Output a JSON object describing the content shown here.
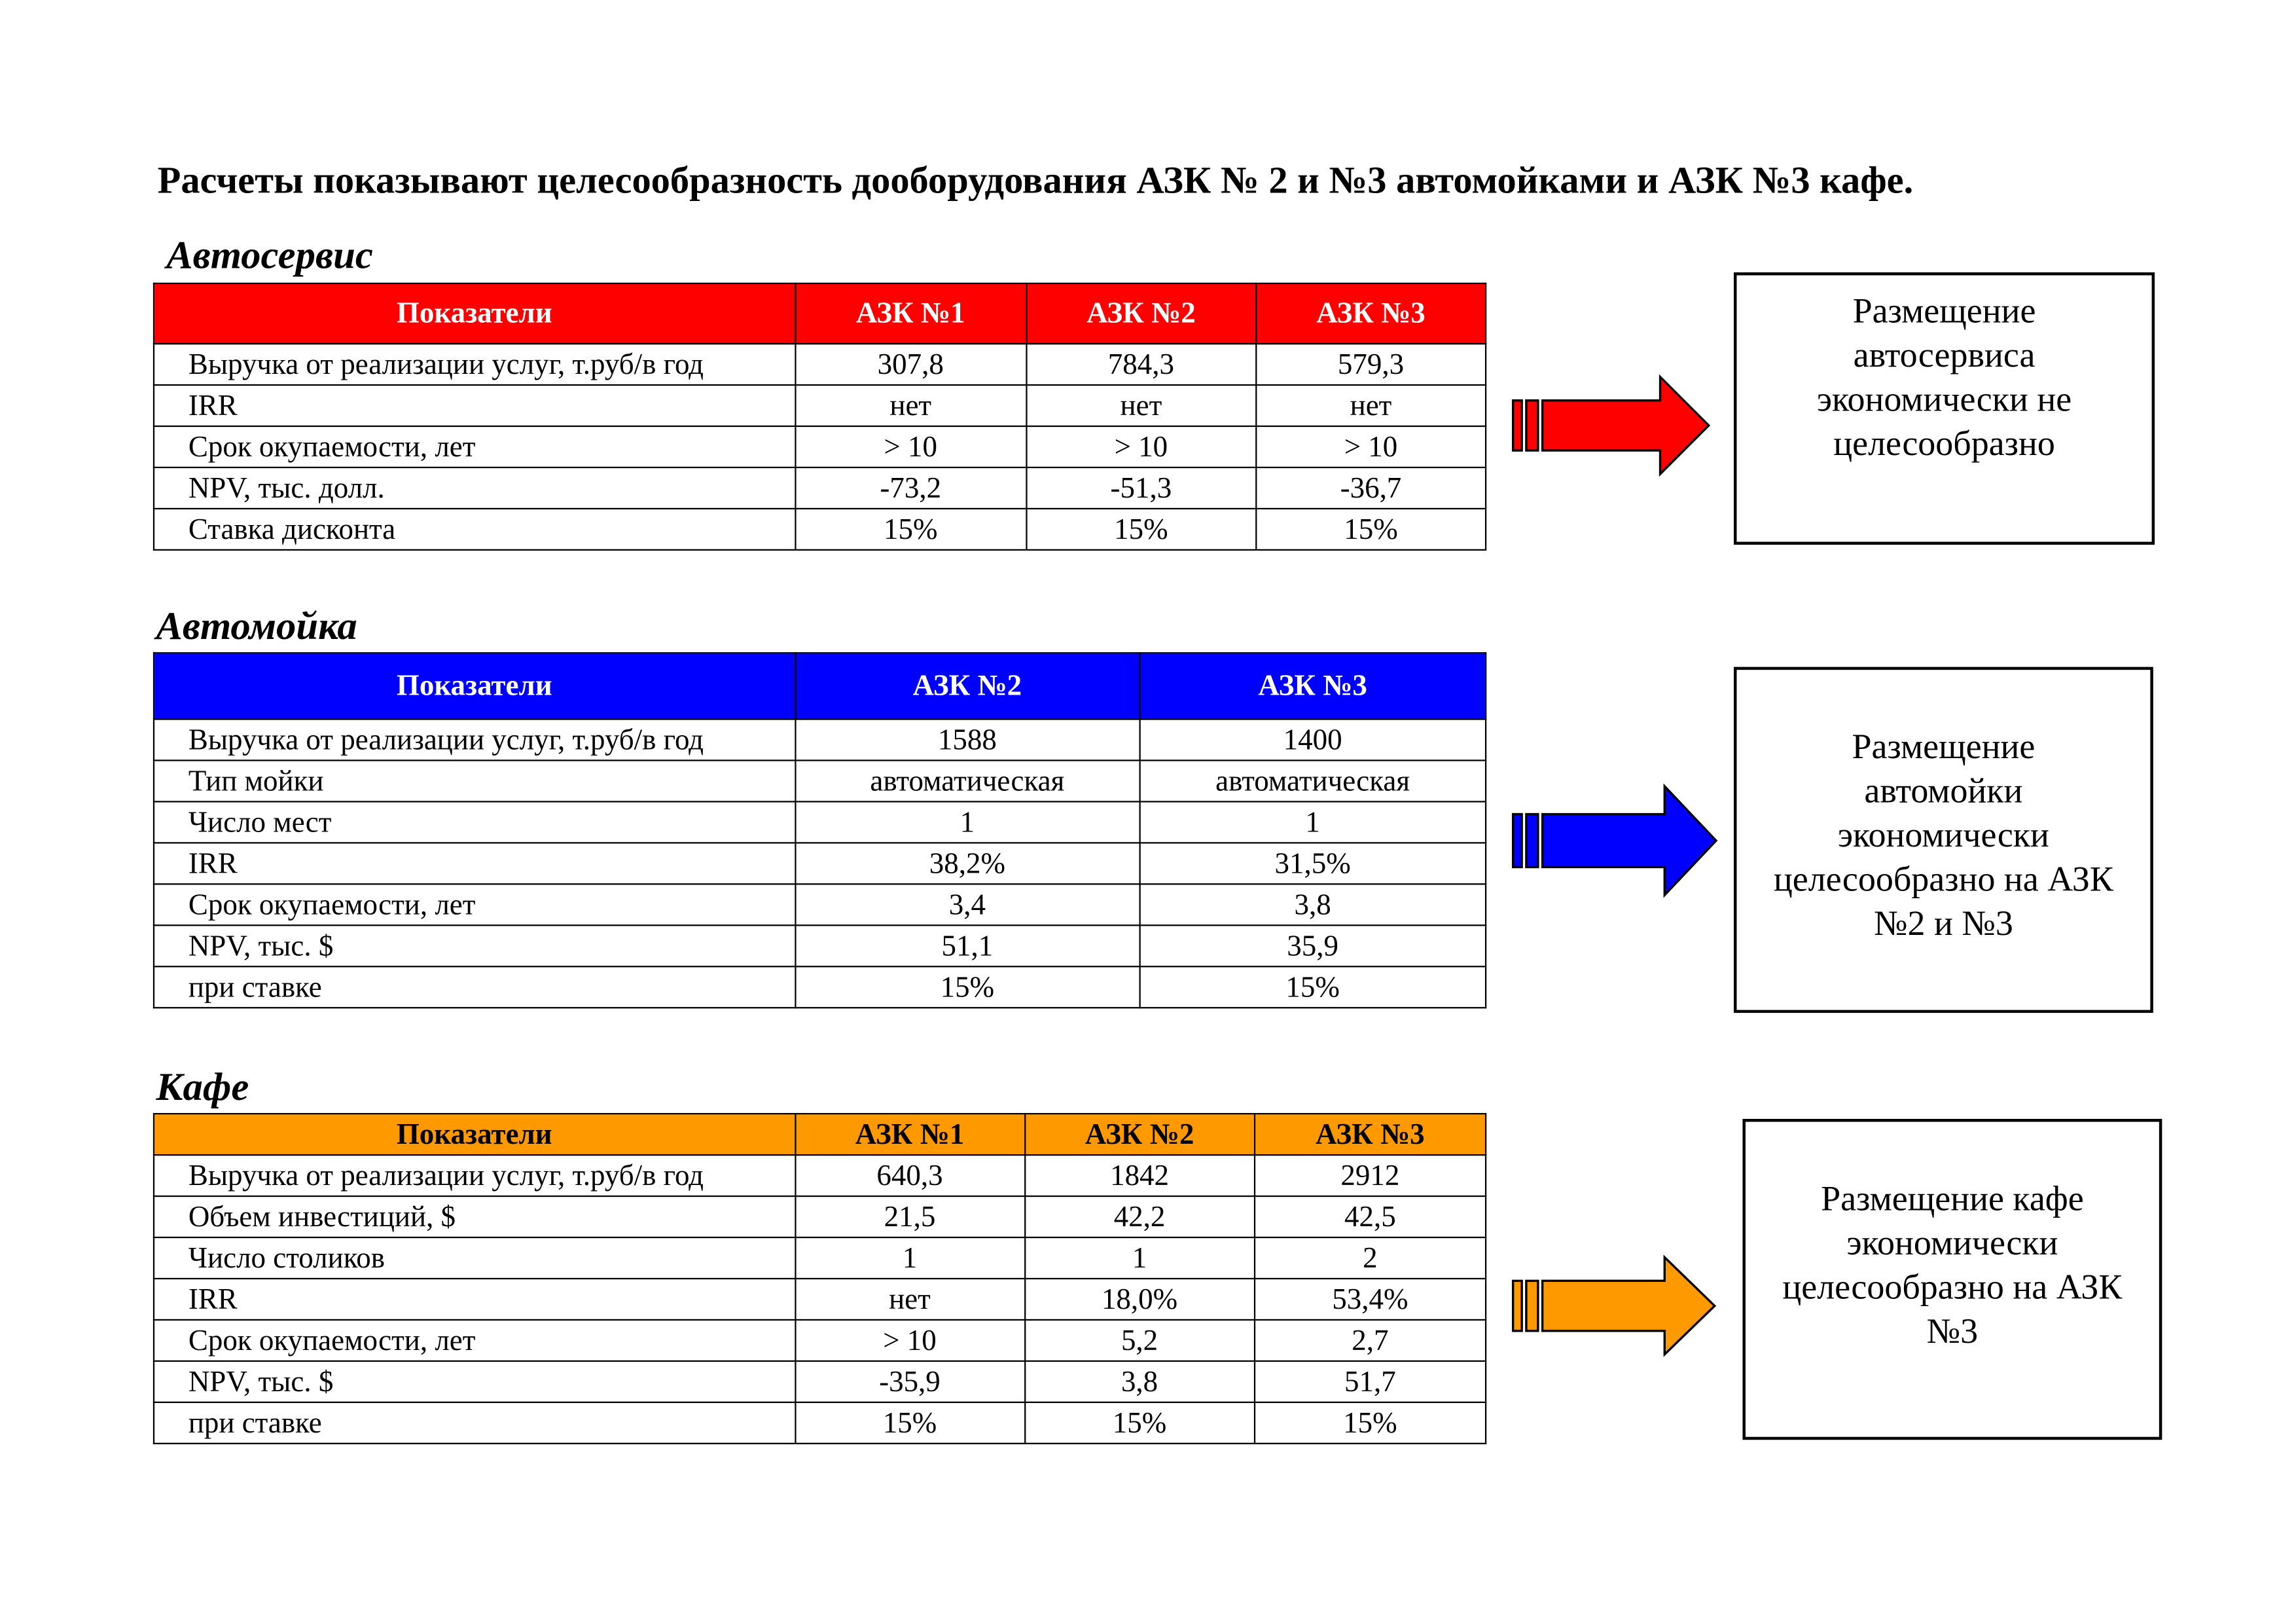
{
  "title": "Расчеты показывают целесообразность дооборудования АЗК № 2 и №3 автомойками и АЗК №3 кафе.",
  "colors": {
    "autoservice": "#ff0000",
    "carwash": "#0000ff",
    "cafe": "#ff9900"
  },
  "autoservice": {
    "heading": "Автосервис",
    "headers": [
      "Показатели",
      "АЗК №1",
      "АЗК №2",
      "АЗК №3"
    ],
    "rows": [
      [
        "Выручка от реализации услуг, т.руб/в год",
        "307,8",
        "784,3",
        "579,3"
      ],
      [
        "IRR",
        "нет",
        "нет",
        "нет"
      ],
      [
        "Срок окупаемости, лет",
        "> 10",
        "> 10",
        "> 10"
      ],
      [
        "NPV, тыс. долл.",
        "-73,2",
        "-51,3",
        "-36,7"
      ],
      [
        "Ставка дисконта",
        "15%",
        "15%",
        "15%"
      ]
    ],
    "conclusion": [
      "Размещение",
      "автосервиса",
      "экономически не",
      "целесообразно"
    ]
  },
  "carwash": {
    "heading": "Автомойка",
    "headers": [
      "Показатели",
      "АЗК №2",
      "АЗК №3"
    ],
    "rows": [
      [
        "Выручка от реализации услуг, т.руб/в год",
        "1588",
        "1400"
      ],
      [
        "Тип мойки",
        "автоматическая",
        "автоматическая"
      ],
      [
        "Число мест",
        "1",
        "1"
      ],
      [
        "IRR",
        "38,2%",
        "31,5%"
      ],
      [
        "Срок окупаемости, лет",
        "3,4",
        "3,8"
      ],
      [
        "NPV, тыс. $",
        "51,1",
        "35,9"
      ],
      [
        "при ставке",
        "15%",
        "15%"
      ]
    ],
    "conclusion": [
      "Размещение",
      "автомойки",
      "экономически",
      "целесообразно на АЗК",
      "№2 и №3"
    ]
  },
  "cafe": {
    "heading": "Кафе",
    "headers": [
      "Показатели",
      "АЗК №1",
      "АЗК №2",
      "АЗК №3"
    ],
    "rows": [
      [
        "Выручка от реализации услуг, т.руб/в год",
        "640,3",
        "1842",
        "2912"
      ],
      [
        "Объем инвестиций, $",
        "21,5",
        "42,2",
        "42,5"
      ],
      [
        "Число столиков",
        "1",
        "1",
        "2"
      ],
      [
        "IRR",
        "нет",
        "18,0%",
        "53,4%"
      ],
      [
        "Срок окупаемости, лет",
        "> 10",
        "5,2",
        "2,7"
      ],
      [
        "NPV, тыс. $",
        "-35,9",
        "3,8",
        "51,7"
      ],
      [
        "при ставке",
        "15%",
        "15%",
        "15%"
      ]
    ],
    "conclusion": [
      "Размещение кафе",
      "экономически",
      "целесообразно на АЗК",
      "№3"
    ]
  }
}
